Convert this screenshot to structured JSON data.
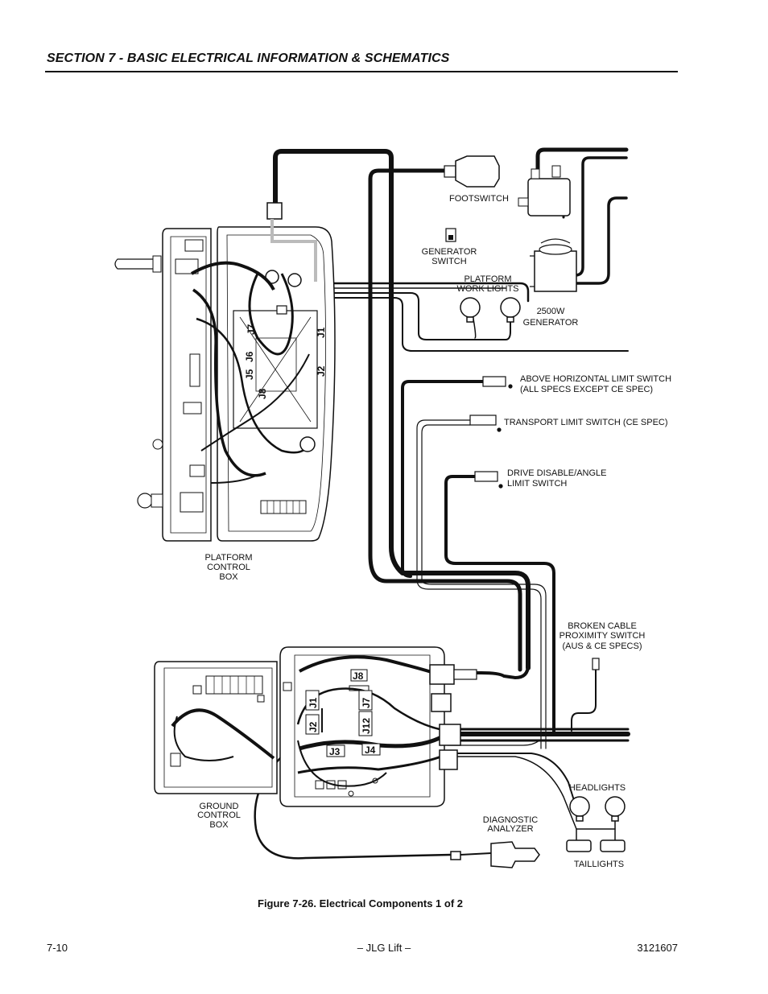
{
  "header": {
    "section_title": "SECTION 7 - BASIC ELECTRICAL INFORMATION & SCHEMATICS"
  },
  "labels": {
    "footswitch": "FOOTSWITCH",
    "generator_switch": [
      "GENERATOR",
      "SWITCH"
    ],
    "platform_work_lights": [
      "PLATFORM",
      "WORK LIGHTS"
    ],
    "generator_2500w": [
      "2500W",
      "GENERATOR"
    ],
    "above_horizontal_limit": [
      "ABOVE HORIZONTAL LIMIT SWITCH",
      "(ALL SPECS EXCEPT CE SPEC)"
    ],
    "transport_limit": "TRANSPORT LIMIT SWITCH (CE SPEC)",
    "drive_disable": [
      "DRIVE DISABLE/ANGLE",
      "LIMIT SWITCH"
    ],
    "platform_control_box": [
      "PLATFORM",
      "CONTROL",
      "BOX"
    ],
    "broken_cable": [
      "BROKEN CABLE",
      "PROXIMITY SWITCH",
      "(AUS & CE SPECS)"
    ],
    "headlights": "HEADLIGHTS",
    "diagnostic_analyzer": [
      "DIAGNOSTIC",
      "ANALYZER"
    ],
    "taillights": "TAILLIGHTS",
    "ground_control_box": [
      "GROUND",
      "CONTROL",
      "BOX"
    ]
  },
  "connectors_platform": [
    "J7",
    "J6",
    "J5",
    "J8",
    "J1",
    "J2"
  ],
  "connectors_ground": [
    "J8",
    "J1",
    "J7",
    "J2",
    "J12",
    "J3",
    "J4"
  ],
  "caption": "Figure 7-26.  Electrical Components 1 of 2",
  "footer": {
    "page": "7-10",
    "center": "– JLG Lift –",
    "doc_number": "3121607"
  }
}
